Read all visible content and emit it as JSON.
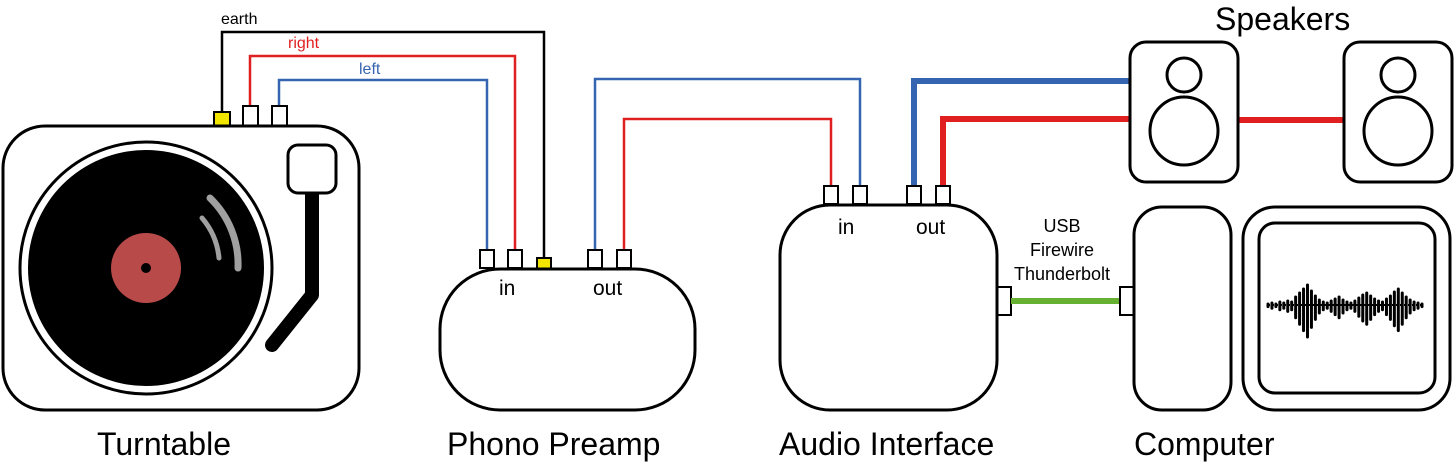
{
  "devices": {
    "turntable": "Turntable",
    "phono_preamp": "Phono Preamp",
    "audio_interface": "Audio Interface",
    "computer": "Computer",
    "speakers": "Speakers"
  },
  "ports": {
    "preamp_in": "in",
    "preamp_out": "out",
    "interface_in": "in",
    "interface_out": "out"
  },
  "wires": {
    "earth": "earth",
    "right": "right",
    "left": "left"
  },
  "connection": {
    "line1": "USB",
    "line2": "Firewire",
    "line3": "Thunderbolt"
  },
  "colors": {
    "earth": "#000000",
    "right": "#e02020",
    "left": "#3565b0",
    "digital": "#66b032",
    "earth_jack": "#f2e600",
    "record_label": "#b84a4a",
    "tonearm_arc": "#a0a0a0"
  }
}
